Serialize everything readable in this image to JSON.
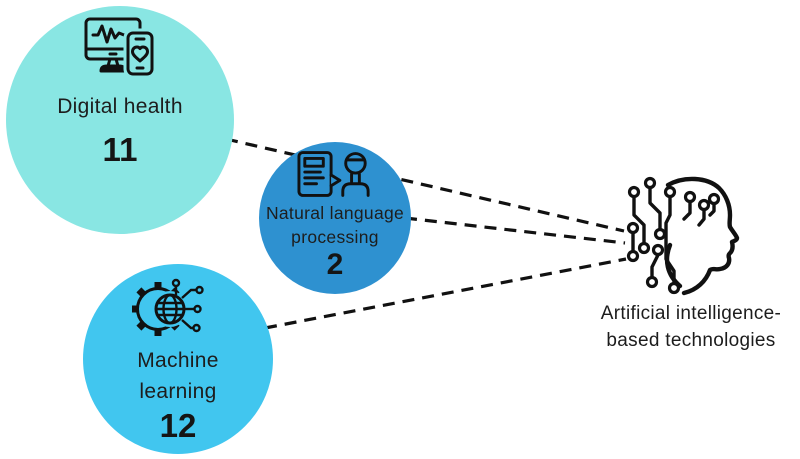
{
  "diagram": {
    "description": "Bubble diagram linking three research topics to artificial intelligence-based technologies",
    "nodes": [
      {
        "id": "digital-health",
        "label_lines": [
          "Digital health"
        ],
        "value": "11",
        "color": "#89E6E3",
        "icon": "digital-health-devices-icon"
      },
      {
        "id": "natural-language-processing",
        "label_lines": [
          "Natural language",
          "processing"
        ],
        "value": "2",
        "color": "#2E91D0",
        "icon": "document-chat-person-icon"
      },
      {
        "id": "machine-learning",
        "label_lines": [
          "Machine",
          "learning"
        ],
        "value": "12",
        "color": "#41C6EF",
        "icon": "gear-globe-circuit-icon"
      }
    ],
    "target": {
      "id": "ai-technologies",
      "label_lines": [
        "Artificial intelligence-",
        "based technologies"
      ],
      "icon": "ai-head-circuit-icon"
    },
    "edges": [
      {
        "from": "digital-health",
        "to": "ai-technologies",
        "style": "dashed"
      },
      {
        "from": "natural-language-processing",
        "to": "ai-technologies",
        "style": "dashed"
      },
      {
        "from": "machine-learning",
        "to": "ai-technologies",
        "style": "dashed"
      }
    ],
    "colors": {
      "background": "#ffffff",
      "line": "#111111",
      "text": "#1d1d1d"
    }
  }
}
